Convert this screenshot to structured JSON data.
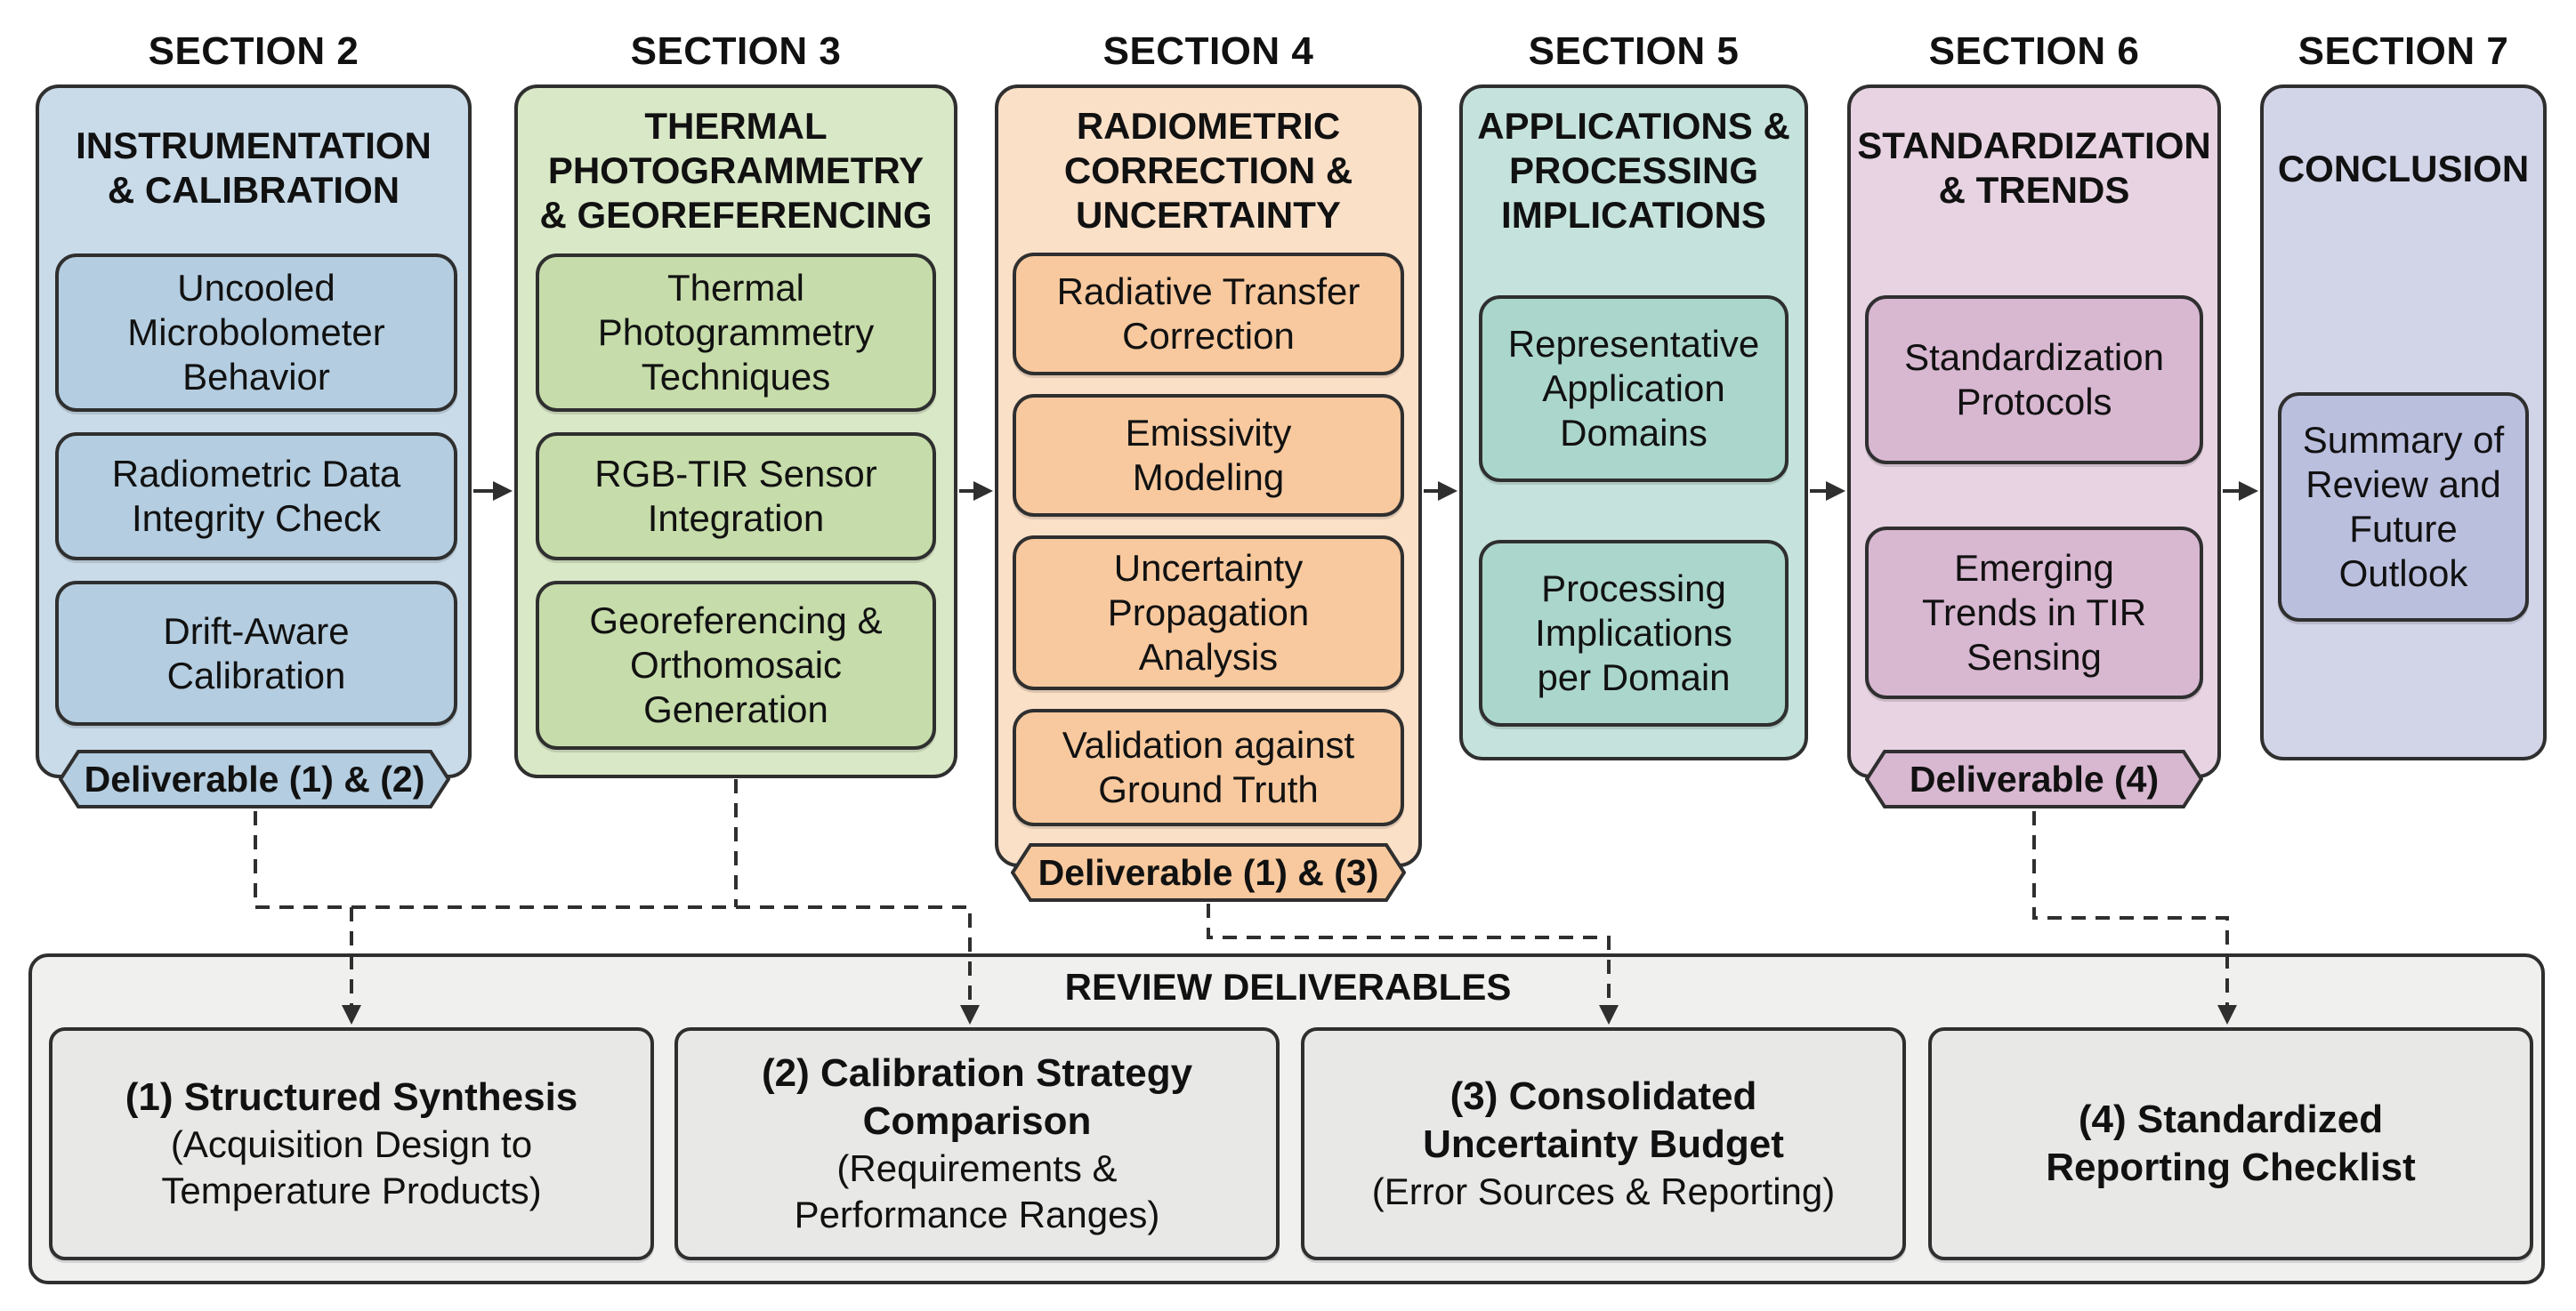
{
  "sections": [
    {
      "header": "SECTION 2",
      "title": "INSTRUMENTATION\n& CALIBRATION",
      "items": [
        "Uncooled\nMicrobolometer\nBehavior",
        "Radiometric Data\nIntegrity Check",
        "Drift-Aware\nCalibration"
      ],
      "deliverable": "Deliverable (1) & (2)",
      "colors": {
        "bg": "#c9dbe9",
        "box": "#b4cde0"
      }
    },
    {
      "header": "SECTION 3",
      "title": "THERMAL\nPHOTOGRAMMETRY\n& GEOREFERENCING",
      "items": [
        "Thermal\nPhotogrammetry\nTechniques",
        "RGB-TIR Sensor\nIntegration",
        "Georeferencing &\nOrthomosaic\nGeneration"
      ],
      "deliverable": "",
      "colors": {
        "bg": "#d9e8c7",
        "box": "#c6dcaa"
      }
    },
    {
      "header": "SECTION 4",
      "title": "RADIOMETRIC\nCORRECTION &\nUNCERTAINTY",
      "items": [
        "Radiative Transfer\nCorrection",
        "Emissivity\nModeling",
        "Uncertainty\nPropagation\nAnalysis",
        "Validation against\nGround Truth"
      ],
      "deliverable": "Deliverable (1) & (3)",
      "colors": {
        "bg": "#fbe0c8",
        "box": "#f8c99e"
      }
    },
    {
      "header": "SECTION 5",
      "title": "APPLICATIONS &\nPROCESSING\nIMPLICATIONS",
      "items": [
        "Representative\nApplication\nDomains",
        "Processing\nImplications\nper Domain"
      ],
      "deliverable": "",
      "colors": {
        "bg": "#c5e3dc",
        "box": "#abd6cc"
      }
    },
    {
      "header": "SECTION 6",
      "title": "STANDARDIZATION\n& TRENDS",
      "items": [
        "Standardization\nProtocols",
        "Emerging\nTrends in TIR\nSensing"
      ],
      "deliverable": "Deliverable (4)",
      "colors": {
        "bg": "#e7d3e2",
        "box": "#d8b7d1"
      }
    },
    {
      "header": "SECTION 7",
      "title": "CONCLUSION",
      "items": [
        "Summary of\nReview and\nFuture\nOutlook"
      ],
      "deliverable": "",
      "colors": {
        "bg": "#d2d4e8",
        "box": "#bbbfde"
      }
    }
  ],
  "review": {
    "title": "REVIEW DELIVERABLES",
    "items": [
      {
        "title": "(1) Structured Synthesis",
        "subtitle": "(Acquisition Design to\nTemperature Products)"
      },
      {
        "title": "(2) Calibration Strategy\nComparison",
        "subtitle": "(Requirements &\nPerformance Ranges)"
      },
      {
        "title": "(3) Consolidated\nUncertainty Budget",
        "subtitle": "(Error Sources & Reporting)"
      },
      {
        "title": "(4) Standardized\nReporting Checklist",
        "subtitle": ""
      }
    ]
  },
  "colors": {
    "stroke": "#2f2f2f",
    "review_bg": "#f0f0ef",
    "review_box": "#e8e8e7"
  }
}
